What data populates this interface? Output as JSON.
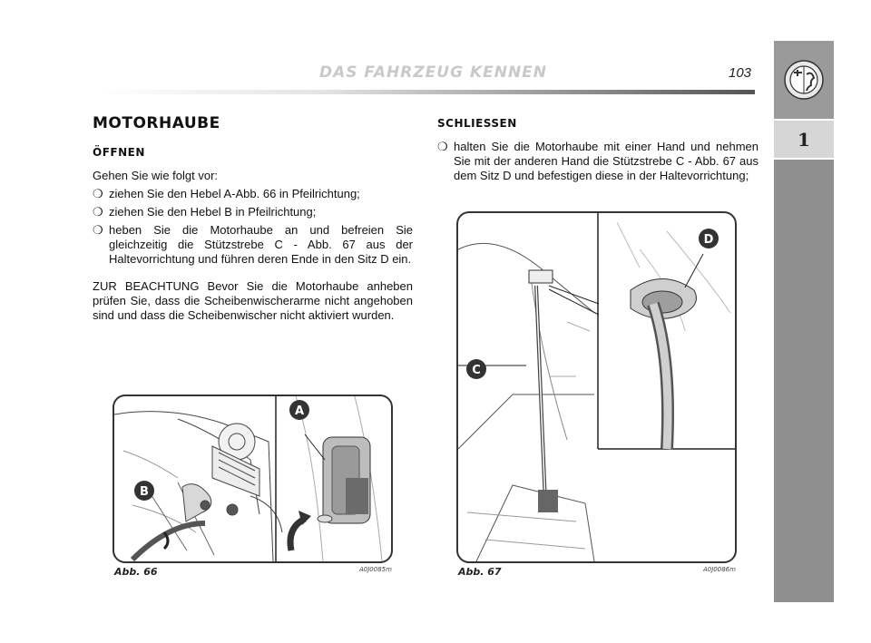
{
  "header": {
    "title": "DAS FAHRZEUG KENNEN",
    "page_number": "103"
  },
  "sidebar": {
    "chapter": "1",
    "logo_icon": "alfa-romeo-logo"
  },
  "left": {
    "heading": "MOTORHAUBE",
    "subheading": "ÖFFNEN",
    "intro": "Gehen Sie wie folgt vor:",
    "bullets": [
      "ziehen Sie den Hebel A-Abb. 66 in Pfeilrichtung;",
      "ziehen Sie den Hebel B in Pfeilrichtung;",
      "heben Sie die Motorhaube an und befreien Sie gleichzeitig die Stützstrebe C - Abb. 67 aus der Haltevorrichtung und führen deren Ende in den Sitz D ein."
    ],
    "note": "ZUR BEACHTUNG Bevor Sie die Motorhaube anheben prüfen Sie, dass die Scheibenwischerarme nicht angehoben sind und dass die Scheibenwischer nicht aktiviert wurden."
  },
  "right": {
    "subheading": "SCHLIESSEN",
    "bullets": [
      "halten Sie die Motorhaube mit einer Hand und nehmen Sie mit der anderen Hand die Stützstrebe C - Abb. 67 aus dem Sitz D und befestigen diese in der Haltevorrichtung;"
    ]
  },
  "bullet_glyph": "❍",
  "figures": {
    "fig66": {
      "label": "Abb. 66",
      "code": "A0J0085m",
      "callouts": [
        "A",
        "B"
      ]
    },
    "fig67": {
      "label": "Abb. 67",
      "code": "A0J0086m",
      "callouts": [
        "C",
        "D"
      ]
    }
  }
}
